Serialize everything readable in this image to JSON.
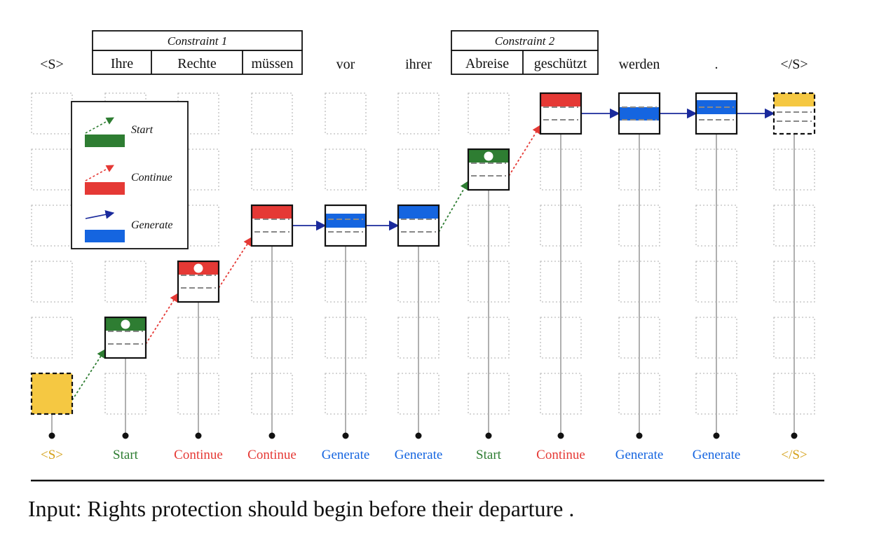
{
  "tokens": [
    "<S>",
    "Ihre",
    "Rechte",
    "müssen",
    "vor",
    "ihrer",
    "Abreise",
    "geschützt",
    "werden",
    ".",
    "</S>"
  ],
  "constraints": [
    {
      "title": "Constraint 1",
      "tokens": [
        "Ihre",
        "Rechte",
        "müssen"
      ]
    },
    {
      "title": "Constraint 2",
      "tokens": [
        "Abreise",
        "geschützt"
      ]
    }
  ],
  "steps": [
    {
      "label": "<S>",
      "type": "start-symbol",
      "level": 0
    },
    {
      "label": "Start",
      "type": "start",
      "level": 1
    },
    {
      "label": "Continue",
      "type": "continue",
      "level": 2
    },
    {
      "label": "Continue",
      "type": "continue",
      "level": 3
    },
    {
      "label": "Generate",
      "type": "generate",
      "level": 3
    },
    {
      "label": "Generate",
      "type": "generate",
      "level": 3
    },
    {
      "label": "Start",
      "type": "start",
      "level": 4
    },
    {
      "label": "Continue",
      "type": "continue",
      "level": 5
    },
    {
      "label": "Generate",
      "type": "generate",
      "level": 5
    },
    {
      "label": "Generate",
      "type": "generate",
      "level": 5
    },
    {
      "label": "</S>",
      "type": "end-symbol",
      "level": 5
    }
  ],
  "legend": [
    {
      "label": "Start",
      "type": "start"
    },
    {
      "label": "Continue",
      "type": "continue"
    },
    {
      "label": "Generate",
      "type": "generate"
    }
  ],
  "colors": {
    "start": "#2e7d32",
    "continue": "#e53935",
    "generate": "#1565e0",
    "symbol": "#f5c842",
    "symbol_text": "#d4a017",
    "grid": "#bdbdbd",
    "line": "#b0b0b0"
  },
  "input": "Input: Rights protection should begin before their departure ."
}
